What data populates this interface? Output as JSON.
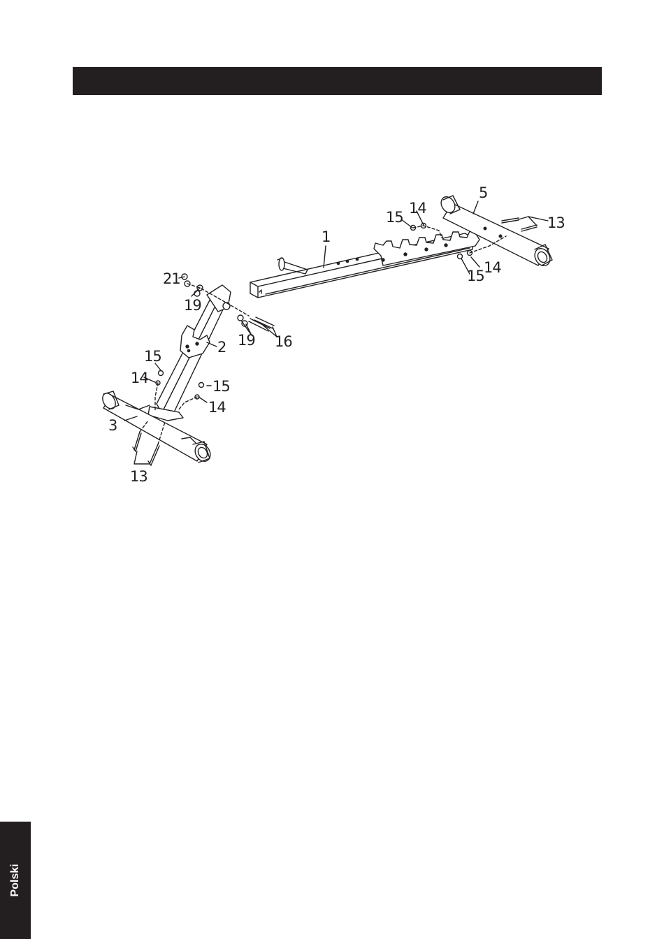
{
  "header": {
    "title": ""
  },
  "side_tab": {
    "language": "Polski"
  },
  "diagram": {
    "labels": {
      "part_1": "1",
      "part_2": "2",
      "part_3": "3",
      "part_5": "5",
      "part_13_front": "13",
      "part_13_rear": "13",
      "part_14_top": "14",
      "part_14_right": "14",
      "part_14_left": "14",
      "part_14_mid": "14",
      "part_15_top": "15",
      "part_15_right": "15",
      "part_15_left": "15",
      "part_15_mid": "15",
      "part_16": "16",
      "part_19_top": "19",
      "part_19_mid": "19",
      "part_21": "21"
    }
  }
}
